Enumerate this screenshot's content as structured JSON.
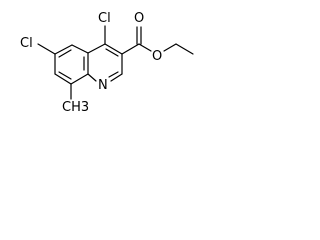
{
  "molecule": {
    "atoms": {
      "cl_top": "Cl",
      "cl_left": "Cl",
      "o_carbonyl": "O",
      "o_ester": "O",
      "n_ring": "N",
      "methyl": "CH3"
    }
  }
}
